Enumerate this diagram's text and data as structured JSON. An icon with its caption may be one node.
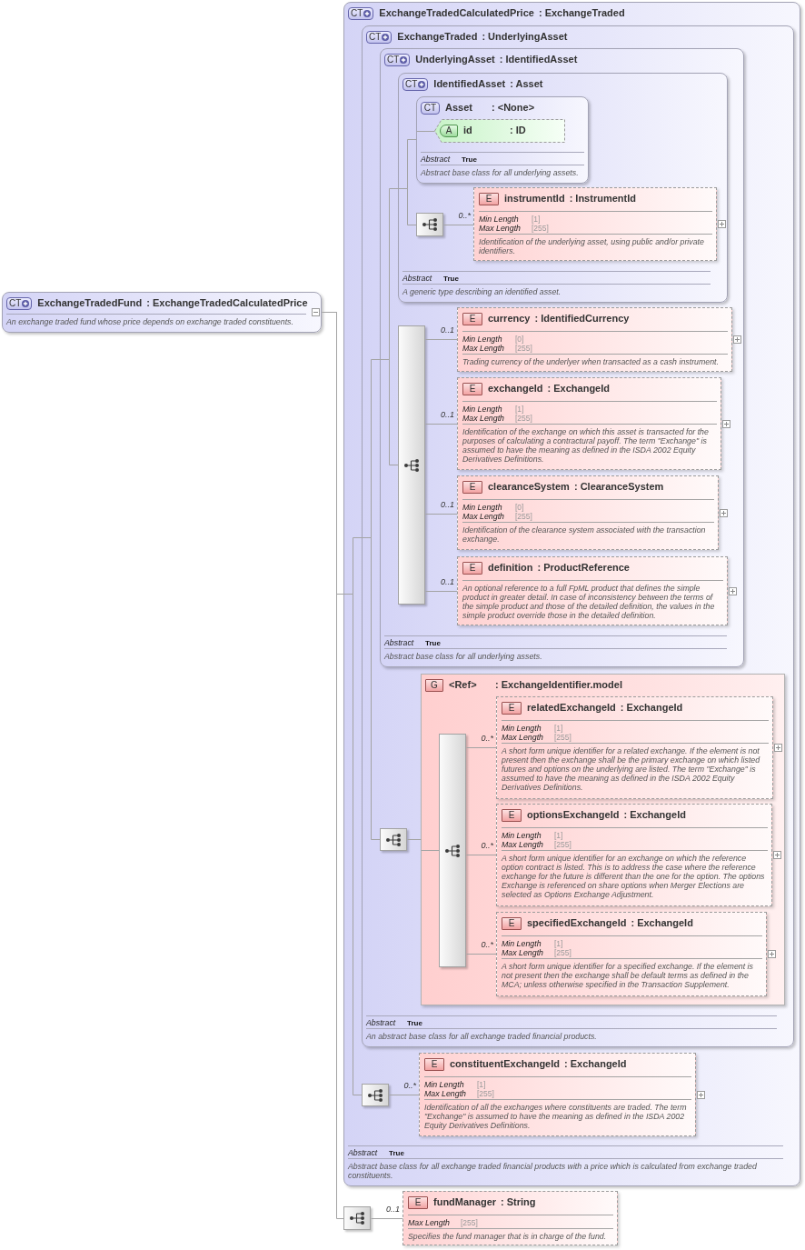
{
  "diagram": {
    "nodes": [
      {
        "text": [
          "CT",
          "ExchangeTradedFund",
          ": ExchangeTradedCalculatedPrice",
          "An exchange traded fund whose price depends on exchange traded constituents."
        ]
      },
      {
        "text": [
          "CT",
          "ExchangeTradedCalculatedPrice",
          ": ExchangeTraded",
          "Abstract",
          "True",
          "Abstract base class for all exchange traded financial products with a price which is calculated from exchange traded constituents."
        ]
      },
      {
        "in": 1,
        "text": [
          "CT",
          "ExchangeTraded",
          ": UnderlyingAsset",
          "Abstract",
          "True",
          "An abstract base class for all exchange traded financial products."
        ]
      },
      {
        "in": 2,
        "text": [
          "CT",
          "UnderlyingAsset",
          ": IdentifiedAsset",
          "Abstract",
          "True",
          "Abstract base class for all underlying assets."
        ]
      },
      {
        "in": 3,
        "text": [
          "CT",
          "IdentifiedAsset",
          ": Asset",
          "Abstract",
          "True",
          "A generic type describing an identified asset."
        ]
      },
      {
        "in": 4,
        "text": [
          "CT",
          "Asset",
          ": <None>",
          "Abstract",
          "True",
          "Abstract base class for all underlying assets."
        ]
      },
      {
        "in": 5,
        "text": [
          "A",
          "id",
          ": ID"
        ]
      },
      {
        "in": 4,
        "text": [],
        "shape": "box"
      },
      {
        "in": 4,
        "text": [
          "E",
          "instrumentId",
          ": InstrumentId",
          "Min Length",
          "[1]",
          "Max Length",
          "[255]",
          "Identification of the underlying asset, using public and/or private identifiers."
        ]
      },
      {
        "in": 3,
        "text": [],
        "shape": "box"
      },
      {
        "in": 3,
        "text": [
          "E",
          "currency",
          ": IdentifiedCurrency",
          "Min Length",
          "[0]",
          "Max Length",
          "[255]",
          "Trading currency of the underlyer when transacted as a cash instrument."
        ]
      },
      {
        "in": 3,
        "text": [
          "E",
          "exchangeId",
          ": ExchangeId",
          "Min Length",
          "[1]",
          "Max Length",
          "[255]",
          "Identification of the exchange on which this asset is transacted for the purposes of calculating a contractural payoff. The term \"Exchange\" is assumed to have the meaning as defined in the ISDA 2002 Equity Derivatives Definitions."
        ]
      },
      {
        "in": 3,
        "text": [
          "E",
          "clearanceSystem",
          ": ClearanceSystem",
          "Min Length",
          "[0]",
          "Max Length",
          "[255]",
          "Identification of the clearance system associated with the transaction exchange."
        ]
      },
      {
        "in": 3,
        "text": [
          "E",
          "definition",
          ": ProductReference",
          "An optional reference to a full FpML product that defines the simple product in greater detail. In case of inconsistency between the terms of the simple product and those of the detailed definition, the values in the simple product override those in the detailed definition."
        ]
      },
      {
        "in": 2,
        "text": [],
        "shape": "box"
      },
      {
        "in": 2,
        "text": [
          "G",
          "<Ref>",
          ": ExchangeIdentifier.model"
        ]
      },
      {
        "in": 15,
        "text": [],
        "shape": "box"
      },
      {
        "in": 15,
        "text": [
          "E",
          "relatedExchangeId",
          ": ExchangeId",
          "Min Length",
          "[1]",
          "Max Length",
          "[255]",
          "A short form unique identifier for a related exchange. If the element is not present then the exchange shall be the primary exchange on which listed futures and options on the underlying are listed. The term \"Exchange\" is assumed to have the meaning as defined in the ISDA 2002 Equity Derivatives Definitions."
        ]
      },
      {
        "in": 15,
        "text": [
          "E",
          "optionsExchangeId",
          ": ExchangeId",
          "Min Length",
          "[1]",
          "Max Length",
          "[255]",
          "A short form unique identifier for an exchange on which the reference option contract is listed. This is to address the case where the reference exchange for the future is different than the one for the option. The options Exchange is referenced on share options when Merger Elections are selected as Options Exchange Adjustment."
        ]
      },
      {
        "in": 15,
        "text": [
          "E",
          "specifiedExchangeId",
          ": ExchangeId",
          "Min Length",
          "[1]",
          "Max Length",
          "[255]",
          "A short form unique identifier for a specified exchange. If the element is not present then the exchange shall be default terms as defined in the MCA; unless otherwise specified in the Transaction Supplement."
        ]
      },
      {
        "in": 1,
        "text": [],
        "shape": "box"
      },
      {
        "in": 1,
        "text": [
          "E",
          "constituentExchangeId",
          ": ExchangeId",
          "Min Length",
          "[1]",
          "Max Length",
          "[255]",
          "Identification of all the exchanges where constituents are traded. The term \"Exchange\" is assumed to have the meaning as defined in the ISDA 2002 Equity Derivatives Definitions."
        ]
      },
      {
        "text": [],
        "shape": "box"
      },
      {
        "text": [
          "E",
          "fundManager",
          ": String",
          "Max Length",
          "[255]",
          "Specifies the fund manager that is in charge of the fund."
        ]
      }
    ],
    "edges": [
      {
        "from": 0,
        "to": 1,
        "arrow": "none"
      },
      {
        "from": 0,
        "to": 22,
        "arrow": "none"
      },
      {
        "from": 1,
        "to": 2,
        "arrow": "none"
      },
      {
        "from": 1,
        "to": 20,
        "arrow": "none"
      },
      {
        "from": 2,
        "to": 3,
        "arrow": "none"
      },
      {
        "from": 2,
        "to": 14,
        "arrow": "none"
      },
      {
        "from": 3,
        "to": 4,
        "arrow": "none"
      },
      {
        "from": 3,
        "to": 9,
        "arrow": "none"
      },
      {
        "from": 4,
        "to": 5,
        "arrow": "none"
      },
      {
        "from": 4,
        "to": 7,
        "arrow": "none"
      },
      {
        "from": 5,
        "to": 6,
        "arrow": "none"
      },
      {
        "from": 7,
        "to": 8,
        "arrow": "none",
        "label": "0..*"
      },
      {
        "from": 9,
        "to": 10,
        "arrow": "none",
        "label": "0..1"
      },
      {
        "from": 9,
        "to": 11,
        "arrow": "none",
        "label": "0..1"
      },
      {
        "from": 9,
        "to": 12,
        "arrow": "none",
        "label": "0..1"
      },
      {
        "from": 9,
        "to": 13,
        "arrow": "none",
        "label": "0..1"
      },
      {
        "from": 14,
        "to": 15,
        "arrow": "none"
      },
      {
        "from": 15,
        "to": 16,
        "arrow": "none"
      },
      {
        "from": 16,
        "to": 17,
        "arrow": "none",
        "label": "0..*"
      },
      {
        "from": 16,
        "to": 18,
        "arrow": "none",
        "label": "0..*"
      },
      {
        "from": 16,
        "to": 19,
        "arrow": "none",
        "label": "0..*"
      },
      {
        "from": 20,
        "to": 21,
        "arrow": "none",
        "label": "0..*"
      },
      {
        "from": 22,
        "to": 23,
        "arrow": "none",
        "label": "0..1"
      }
    ]
  }
}
